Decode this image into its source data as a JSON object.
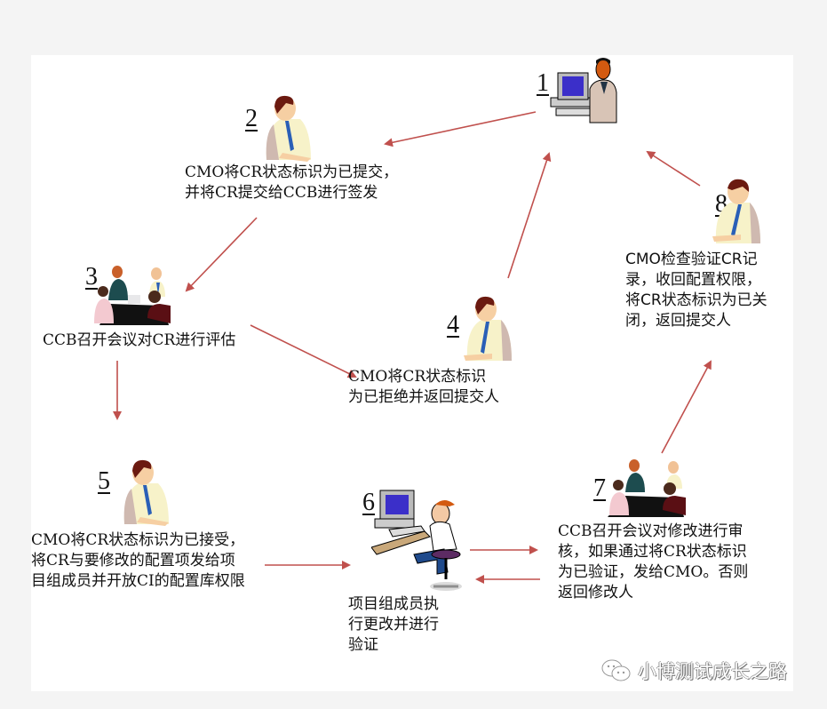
{
  "diagram": {
    "title": "CR change control workflow",
    "arrow_color": "#c0504d",
    "steps": [
      {
        "num": "1",
        "role": "submitter-at-computer",
        "text": ""
      },
      {
        "num": "2",
        "role": "CMO",
        "text": "CMO将CR状态标识为已提交，\n并将CR提交给CCB进行签发"
      },
      {
        "num": "3",
        "role": "CCB-meeting",
        "text": "CCB召开会议对CR进行评估"
      },
      {
        "num": "4",
        "role": "CMO",
        "text": "CMO将CR状态标识\n为已拒绝并返回提交人"
      },
      {
        "num": "5",
        "role": "CMO",
        "text": "CMO将CR状态标识为已接受，\n将CR与要修改的配置项发给项\n目组成员并开放CI的配置库权限"
      },
      {
        "num": "6",
        "role": "developer-at-computer",
        "text": "项目组成员执\n行更改并进行\n验证"
      },
      {
        "num": "7",
        "role": "CCB-meeting",
        "text": "CCB召开会议对修改进行审\n核，如果通过将CR状态标识\n为已验证，发给CMO。否则\n返回修改人"
      },
      {
        "num": "8",
        "role": "CMO",
        "text": "CMO检查验证CR记\n录，收回配置权限，\n将CR状态标识为已关\n闭，返回提交人"
      }
    ],
    "edges": [
      {
        "from": "1",
        "to": "2"
      },
      {
        "from": "2",
        "to": "3"
      },
      {
        "from": "3",
        "to": "4"
      },
      {
        "from": "4",
        "to": "1"
      },
      {
        "from": "3",
        "to": "5"
      },
      {
        "from": "5",
        "to": "6"
      },
      {
        "from": "6",
        "to": "7"
      },
      {
        "from": "7",
        "to": "6"
      },
      {
        "from": "7",
        "to": "8"
      },
      {
        "from": "8",
        "to": "1"
      }
    ]
  },
  "watermark": {
    "icon": "wechat-icon",
    "text": "小博测试成长之路"
  }
}
